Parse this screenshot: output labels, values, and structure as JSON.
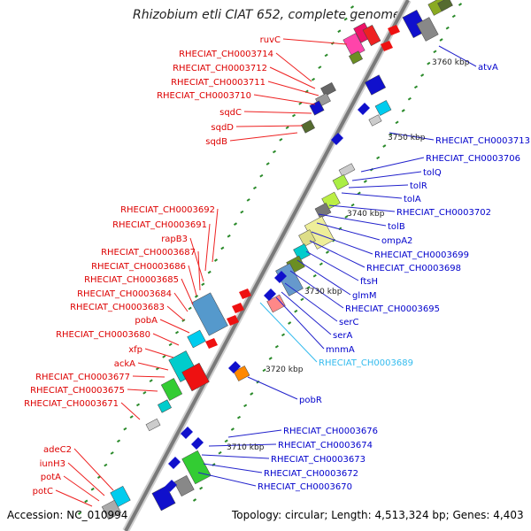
{
  "title": "Rhizobium etli CIAT 652, complete genome",
  "accession": "Accession: NC_010994",
  "topology": "Topology: circular; Length: 4,513,324 bp; Genes: 4,403",
  "colors": {
    "left_label": "#dd0000",
    "right_label": "#0000cc",
    "highlight_label": "#33bbee",
    "kbp_label": "#222222"
  },
  "kbp_labels": [
    "3760 kbp",
    "3750 kbp",
    "3740 kbp",
    "3730 kbp",
    "3720 kbp",
    "3710 kbp"
  ],
  "left_labels": [
    "ruvC",
    "RHECIAT_CH0003714",
    "RHECIAT_CH0003712",
    "RHECIAT_CH0003711",
    "RHECIAT_CH0003710",
    "sqdC",
    "sqdD",
    "sqdB",
    "RHECIAT_CH0003692",
    "RHECIAT_CH0003691",
    "rapB3",
    "RHECIAT_CH0003687",
    "RHECIAT_CH0003686",
    "RHECIAT_CH0003685",
    "RHECIAT_CH0003684",
    "RHECIAT_CH0003683",
    "pobA",
    "RHECIAT_CH0003680",
    "xfp",
    "ackA",
    "RHECIAT_CH0003677",
    "RHECIAT_CH0003675",
    "RHECIAT_CH0003671",
    "adeC2",
    "iunH3",
    "potA",
    "potC"
  ],
  "right_labels": [
    "atvA",
    "RHECIAT_CH0003713",
    "RHECIAT_CH0003706",
    "tolQ",
    "tolR",
    "tolA",
    "RHECIAT_CH0003702",
    "tolB",
    "ompA2",
    "RHECIAT_CH0003699",
    "RHECIAT_CH0003698",
    "ftsH",
    "glmM",
    "RHECIAT_CH0003695",
    "serC",
    "serA",
    "mnmA",
    "RHECIAT_CH0003689",
    "pobR",
    "RHECIAT_CH0003676",
    "RHECIAT_CH0003674",
    "RHECIAT_CH0003673",
    "RHECIAT_CH0003672",
    "RHECIAT_CH0003670"
  ]
}
